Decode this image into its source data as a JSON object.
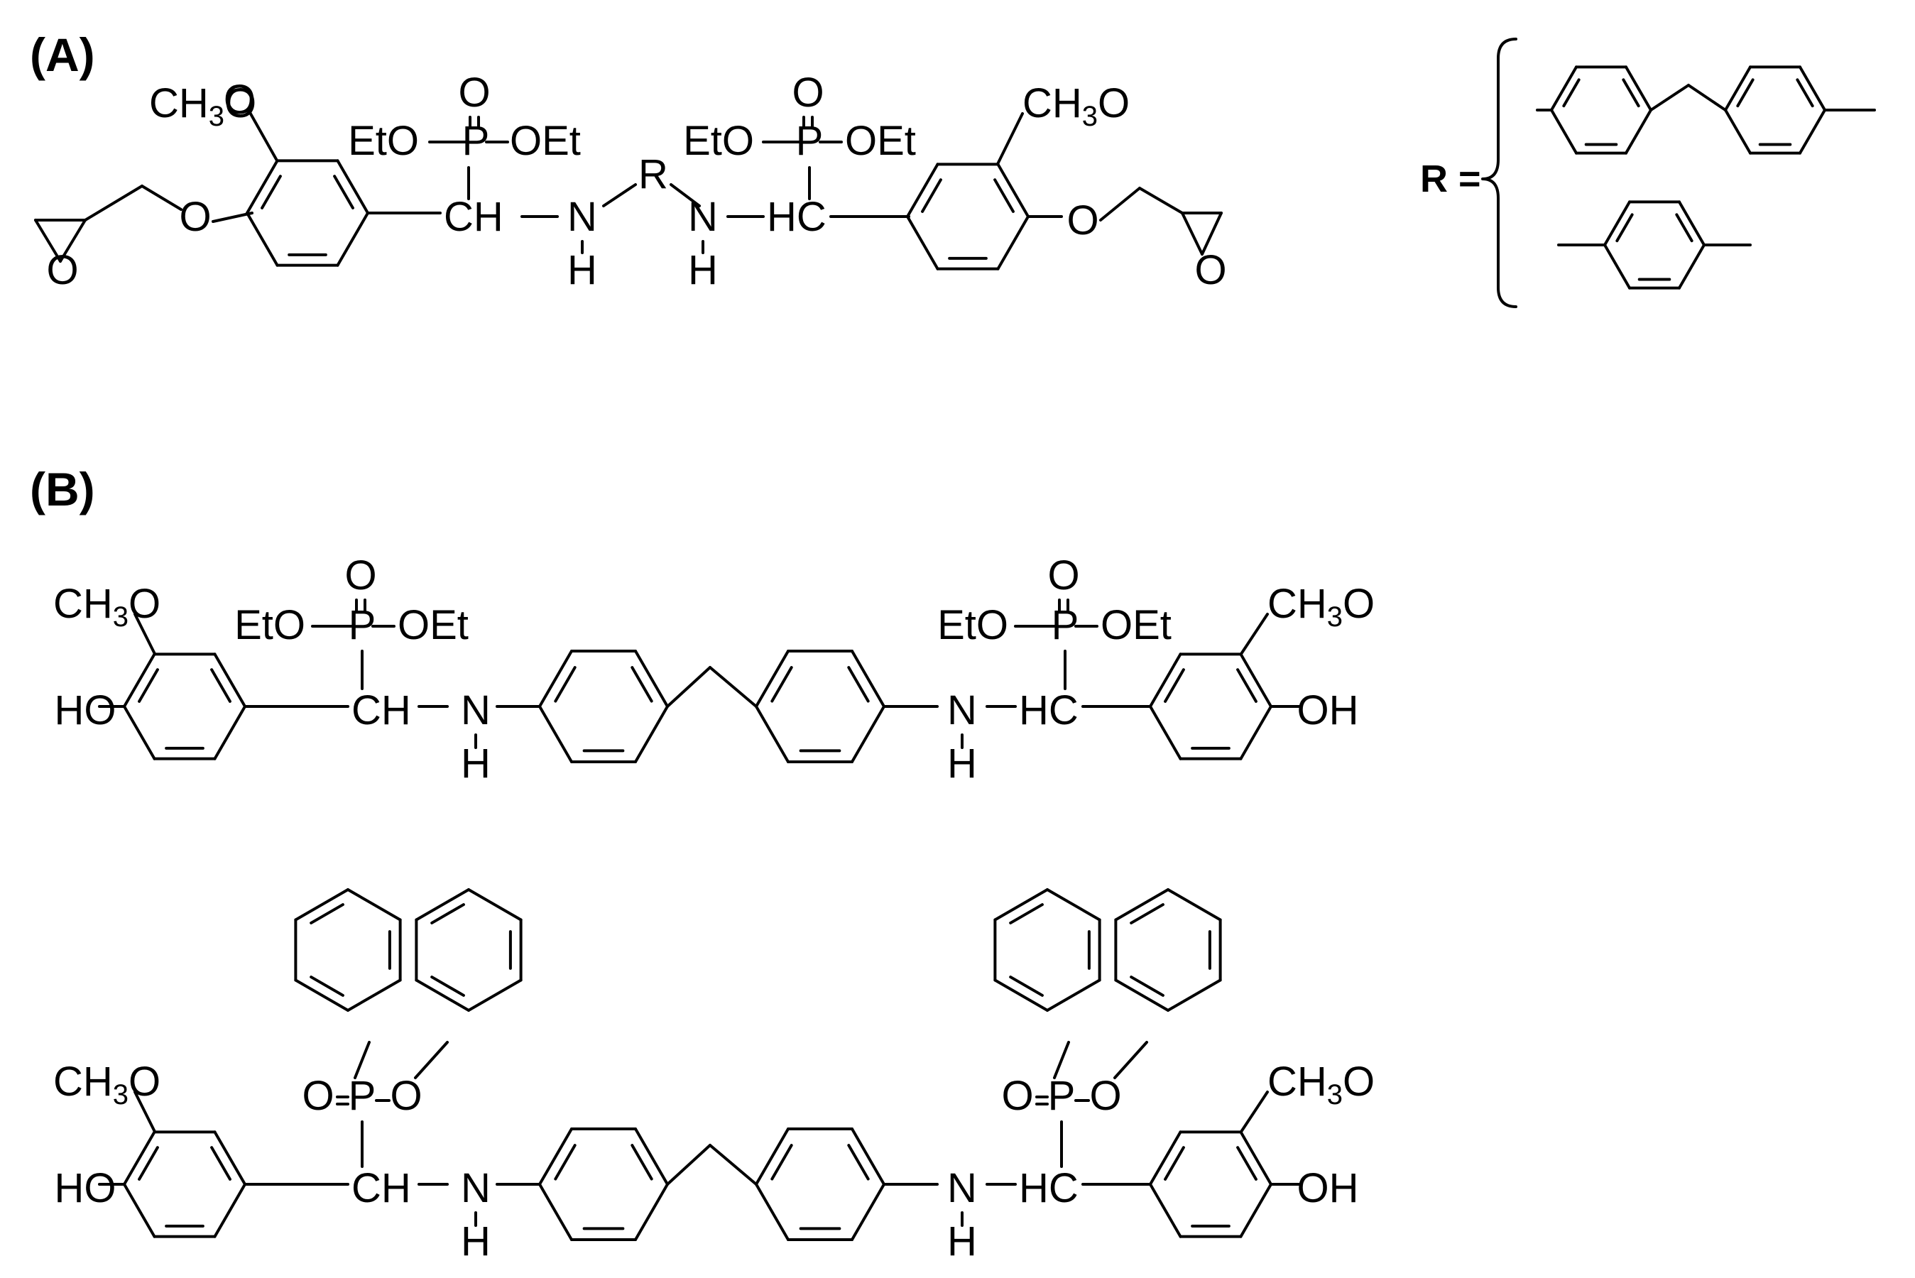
{
  "panels": {
    "a": "(A)",
    "b": "(B)"
  },
  "labels": {
    "ch3": "CH",
    "three": "3",
    "o": "O",
    "eto": "EtO",
    "oet": "OEt",
    "p": "P",
    "ch": "CH",
    "hc": "HC",
    "n": "N",
    "h": "H",
    "r": "R",
    "ho": "HO",
    "oh": "OH",
    "r_eq": "R ="
  },
  "colors": {
    "ink": "#000000",
    "background": "#ffffff"
  }
}
